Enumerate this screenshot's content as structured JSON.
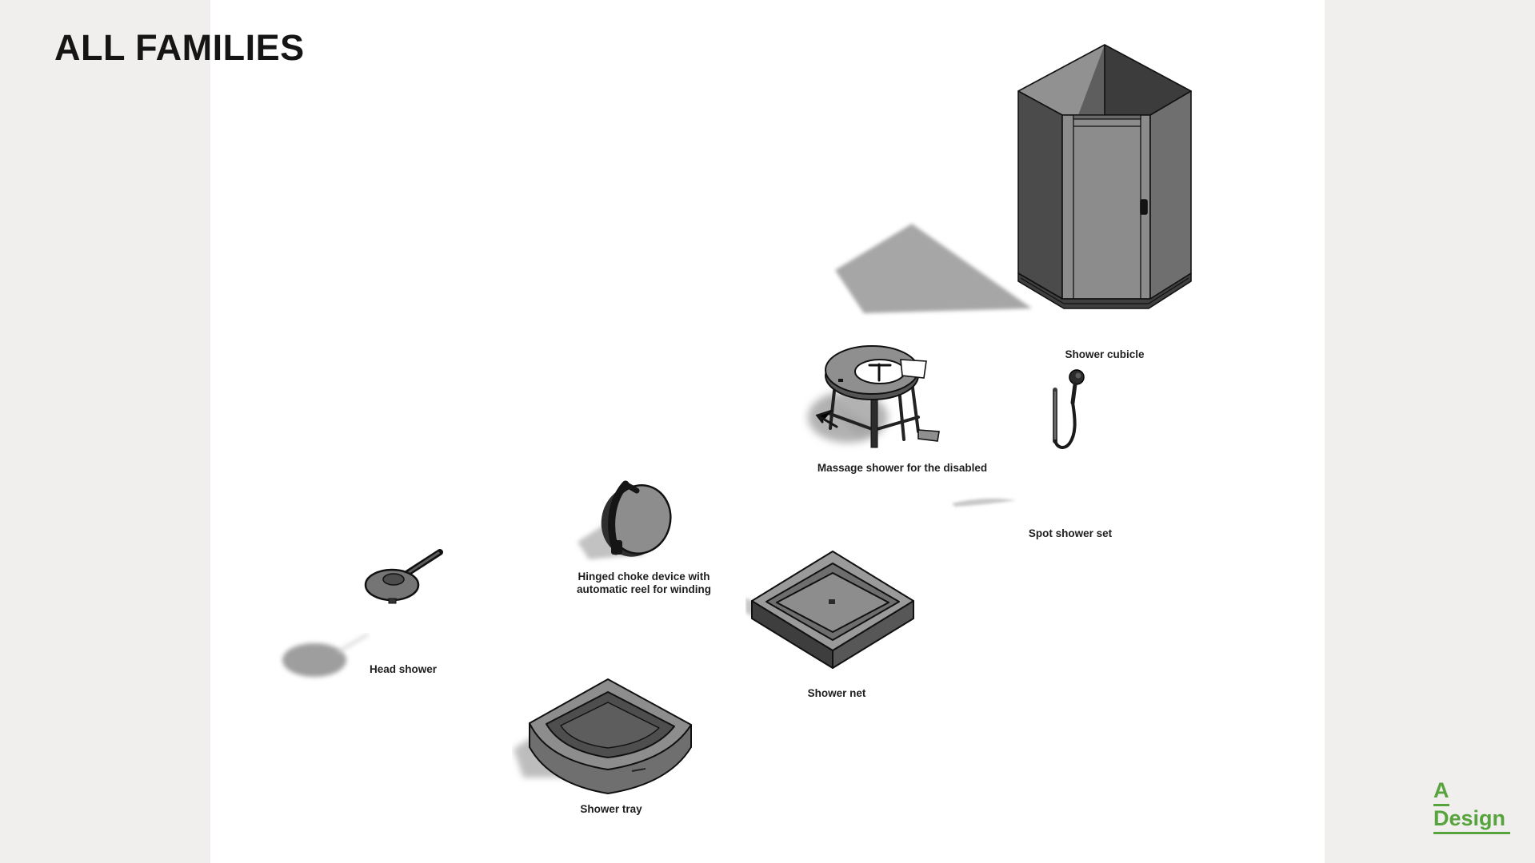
{
  "page": {
    "title": "ALL FAMILIES",
    "background_color": "#f0efed",
    "panel_color": "#ffffff",
    "text_color": "#1e1e1e"
  },
  "items": [
    {
      "id": "shower-cubicle",
      "label": "Shower cubicle",
      "graphic": "corner-shower-cubicle-3d"
    },
    {
      "id": "massage-shower",
      "label": "Massage shower for the disabled",
      "graphic": "shower-chair-3d"
    },
    {
      "id": "spot-shower-set",
      "label": "Spot shower set",
      "graphic": "hand-shower-with-hose-3d"
    },
    {
      "id": "hinged-choke-device",
      "label_lines": [
        "Hinged choke device with",
        "automatic reel for winding"
      ],
      "graphic": "reel-disc-3d"
    },
    {
      "id": "shower-net",
      "label": "Shower net",
      "graphic": "square-shower-tray-3d"
    },
    {
      "id": "head-shower",
      "label": "Head shower",
      "graphic": "shower-head-3d"
    },
    {
      "id": "shower-tray",
      "label": "Shower tray",
      "graphic": "quarter-round-shower-tray-3d"
    }
  ],
  "logo": {
    "line1": "A",
    "line2": "Design",
    "color": "#57a33e"
  },
  "palette": {
    "object_light_gray": "#8f8f8f",
    "object_mid_gray": "#6f6f6f",
    "object_dark_gray": "#3f3f3f",
    "outline": "#111111",
    "shadow_gray": "#a8a8a8"
  }
}
